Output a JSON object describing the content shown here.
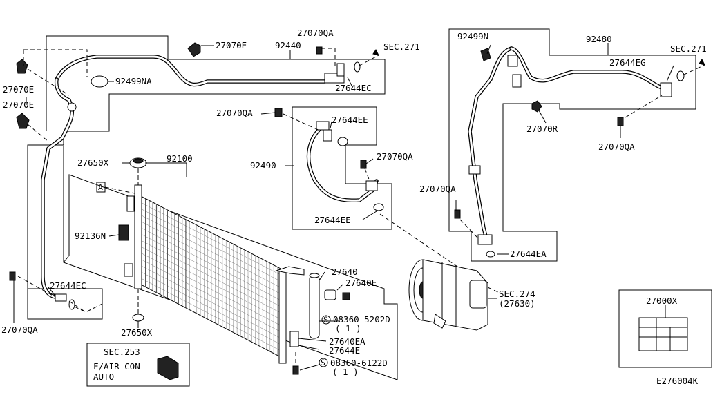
{
  "diagram_code": "E276004K",
  "parts": {
    "p_27070E_top": "27070E",
    "p_27070QA_top": "27070QA",
    "p_92440": "92440",
    "p_sec271_left": "SEC.271",
    "p_27070E_left1": "27070E",
    "p_27070E_left2": "27070E",
    "p_92499NA": "92499NA",
    "p_27644EC_top": "27644EC",
    "p_92499N": "92499N",
    "p_92480": "92480",
    "p_sec271_right": "SEC.271",
    "p_27644EG": "27644EG",
    "p_27070R": "27070R",
    "p_27070QA_right": "27070QA",
    "p_27070QA_mid": "27070QA",
    "p_27644EE_top": "27644EE",
    "p_27650X_top": "27650X",
    "p_92100": "92100",
    "p_27070QA_center": "27070QA",
    "p_92490": "92490",
    "p_marker_A": "A",
    "p_27070QA_comp": "27070QA",
    "p_27644EE_bottom": "27644EE",
    "p_92136N": "92136N",
    "p_27644EA": "27644EA",
    "p_27640": "27640",
    "p_27640E": "27640E",
    "p_27644EC_left": "27644EC",
    "p_sec274": "SEC.274",
    "p_27630": "(27630)",
    "p_27070QA_left": "27070QA",
    "p_08360_5202D": "08360-5202D",
    "p_qty1_a": "( 1 )",
    "p_27650X_bottom": "27650X",
    "p_27640EA": "27640EA",
    "p_27644E": "27644E",
    "p_08360_6122D": "08360-6122D",
    "p_qty1_b": "( 1 )",
    "p_27000X": "27000X",
    "s_symbol": "S"
  },
  "inset_sec253": {
    "title": "SEC.253",
    "line1": "F/AIR CON",
    "line2": "AUTO"
  }
}
